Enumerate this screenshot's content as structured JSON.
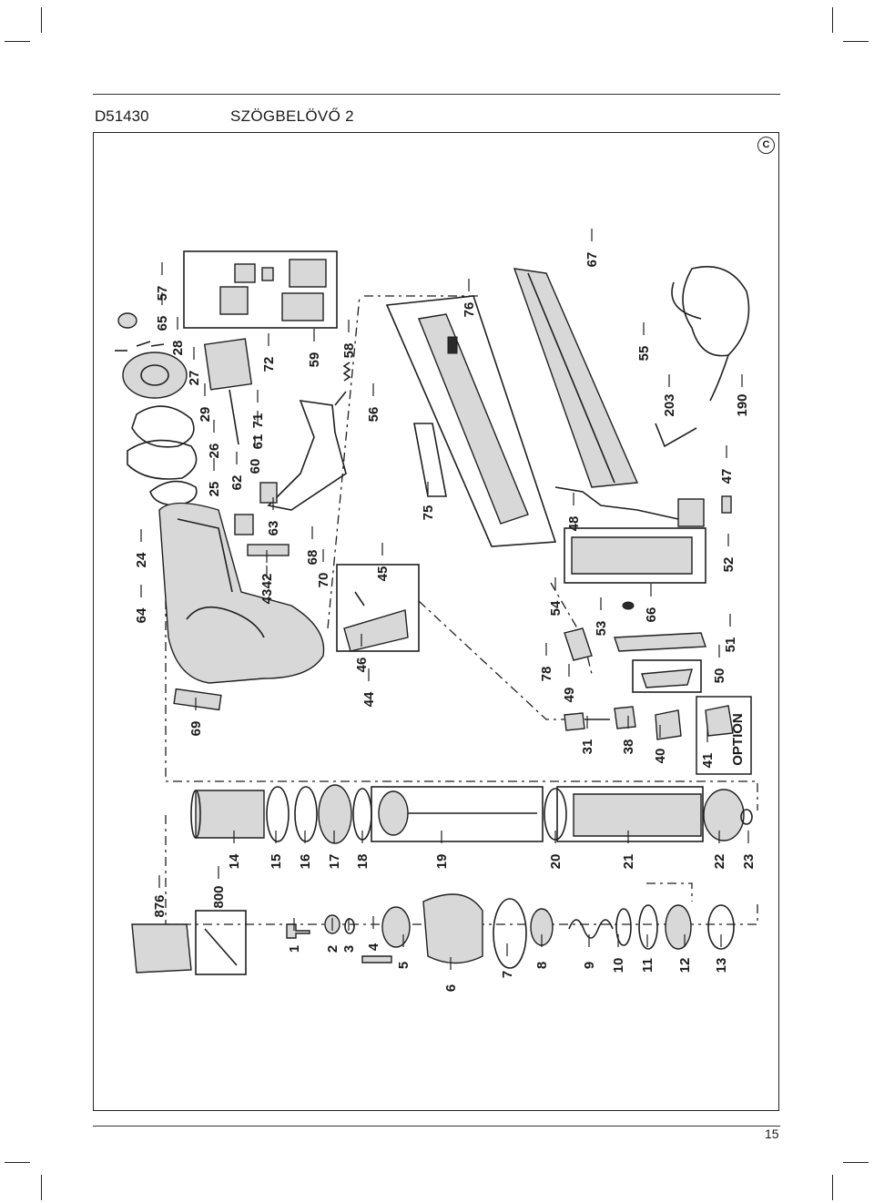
{
  "header": {
    "model": "D51430",
    "title": "SZÖGBELÖVŐ 2"
  },
  "footer": {
    "page_number": "15"
  },
  "copyright_symbol": "C",
  "option_label": "OPTION",
  "part_numbers": [
    "1",
    "2",
    "3",
    "4",
    "5",
    "6",
    "7",
    "8",
    "9",
    "10",
    "11",
    "12",
    "13",
    "14",
    "15",
    "16",
    "17",
    "18",
    "19",
    "20",
    "21",
    "22",
    "23",
    "24",
    "25",
    "26",
    "27",
    "28",
    "29",
    "31",
    "38",
    "40",
    "41",
    "42",
    "43",
    "44",
    "45",
    "46",
    "47",
    "48",
    "49",
    "50",
    "51",
    "52",
    "53",
    "54",
    "55",
    "56",
    "57",
    "58",
    "59",
    "60",
    "61",
    "62",
    "63",
    "64",
    "65",
    "66",
    "67",
    "68",
    "69",
    "70",
    "71",
    "72",
    "75",
    "76",
    "78",
    "190",
    "203",
    "800",
    "876"
  ],
  "colors": {
    "line": "#1f1f1f",
    "part_fill": "#d8d8d8"
  }
}
